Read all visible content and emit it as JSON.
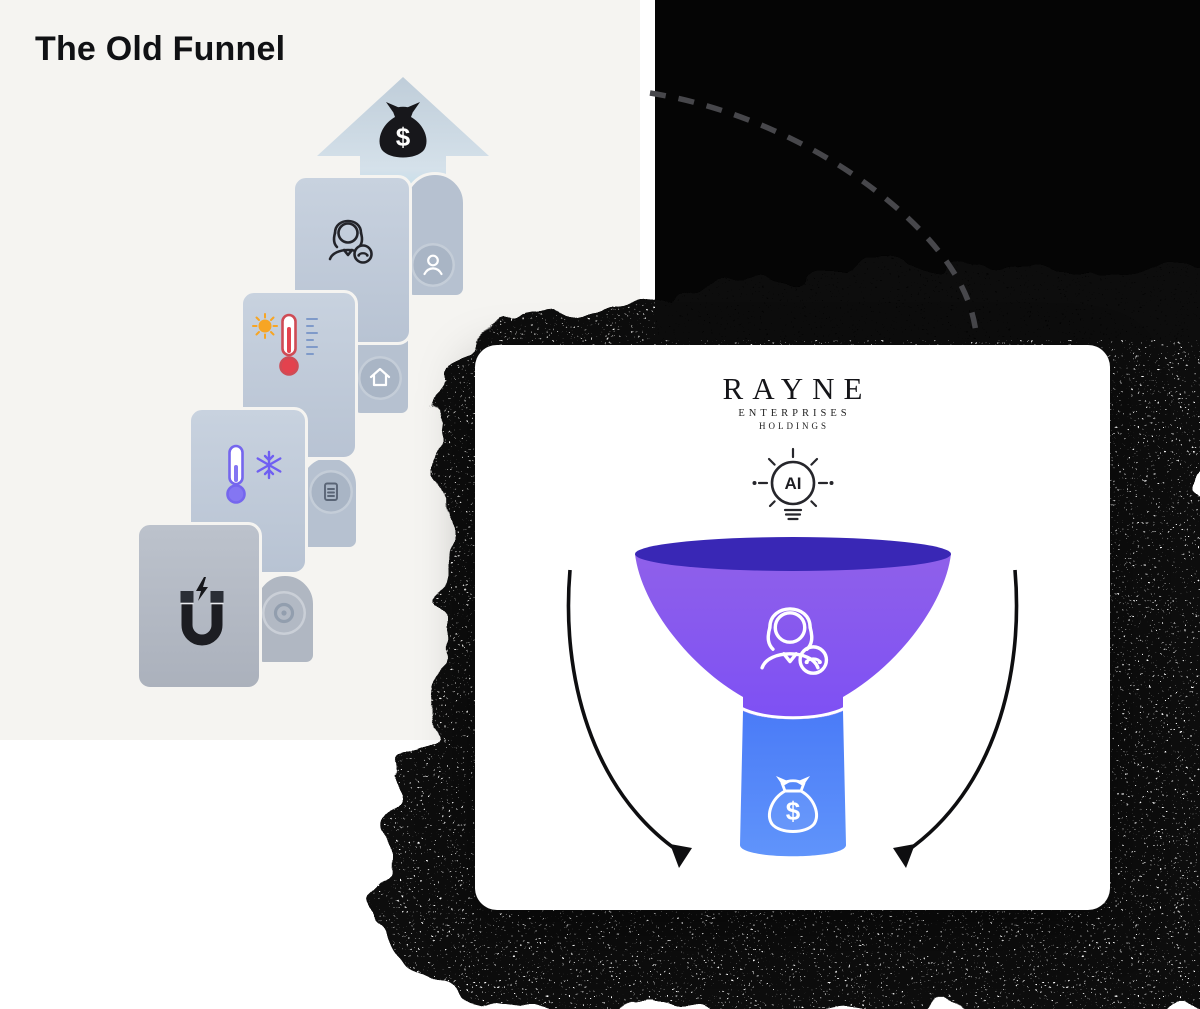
{
  "left_panel": {
    "title": "The Old Funnel",
    "arrow": {
      "icon": "money-bag-icon",
      "money_symbol": "$"
    },
    "steps": [
      {
        "id": "attract-magnet",
        "main_icon": "magnet-icon",
        "tab_icon": "ring-icon"
      },
      {
        "id": "cold-lead",
        "main_icon": "cold-thermometer-snowflake-icon",
        "tab_icon": "document-icon"
      },
      {
        "id": "warm-lead",
        "main_icon": "hot-thermometer-sun-icon",
        "tab_icon": "home-icon"
      },
      {
        "id": "contact-call",
        "main_icon": "agent-headset-phone-icon",
        "tab_icon": "person-icon"
      }
    ]
  },
  "rayne_card": {
    "logo": {
      "name": "RAYNE",
      "line2": "ENTERPRISES",
      "line3": "HOLDINGS"
    },
    "ai_badge_label": "AI",
    "funnel": {
      "money_symbol": "$",
      "stage_icons": [
        "agent-headset-phone-icon",
        "money-bag-icon"
      ],
      "colors": {
        "rim": "#3927b5",
        "bell_top": "#8f60ea",
        "bell_bottom": "#7e50f4",
        "stem_top": "#4a7bf7",
        "stem_bottom": "#6094fb"
      }
    }
  },
  "background": {
    "panel_color": "#f5f4f1",
    "spray_color": "#070707",
    "black_block": "#050505"
  }
}
